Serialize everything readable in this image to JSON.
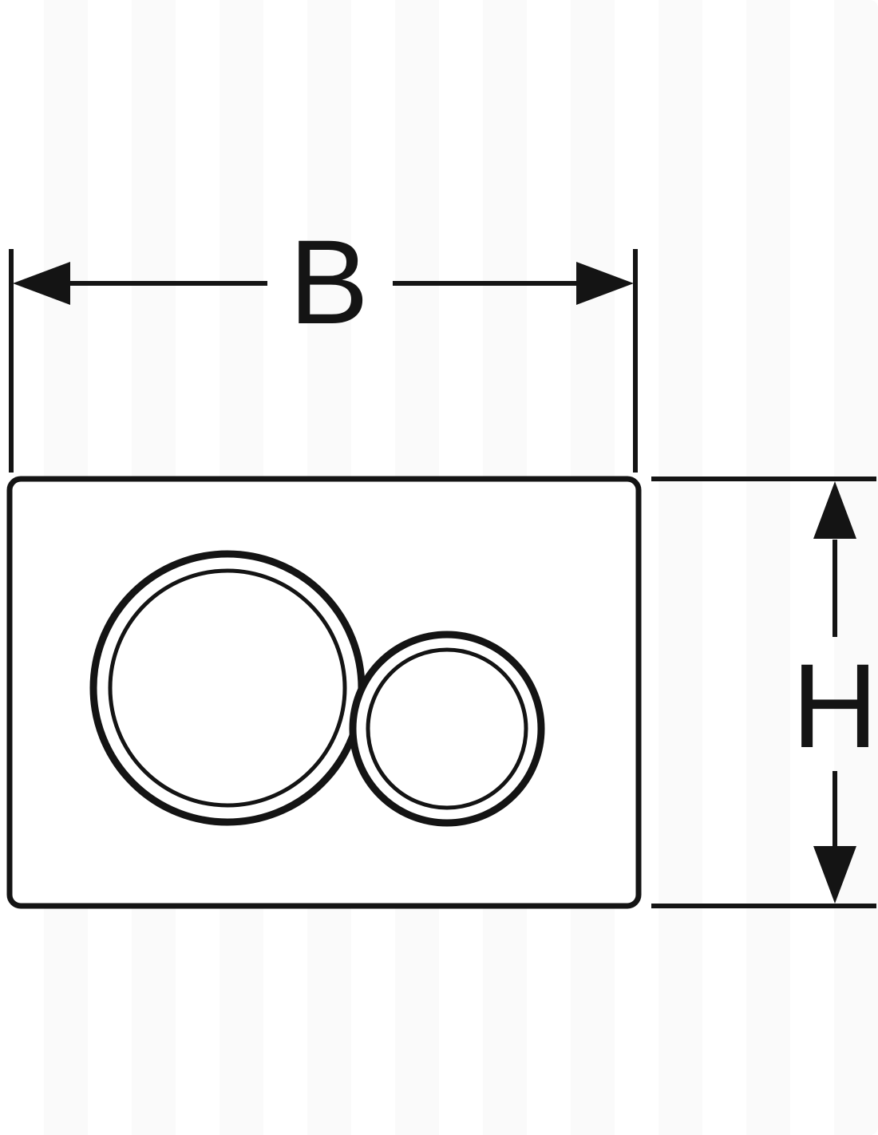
{
  "diagram": {
    "type": "technical-dimension-drawing",
    "subject": "dual-flush actuator plate, front view with width and height dimensions",
    "labels": {
      "width": "B",
      "height": "H"
    },
    "colors": {
      "line": "#141414",
      "fill": "#ffffff",
      "background": "#ffffff"
    }
  }
}
